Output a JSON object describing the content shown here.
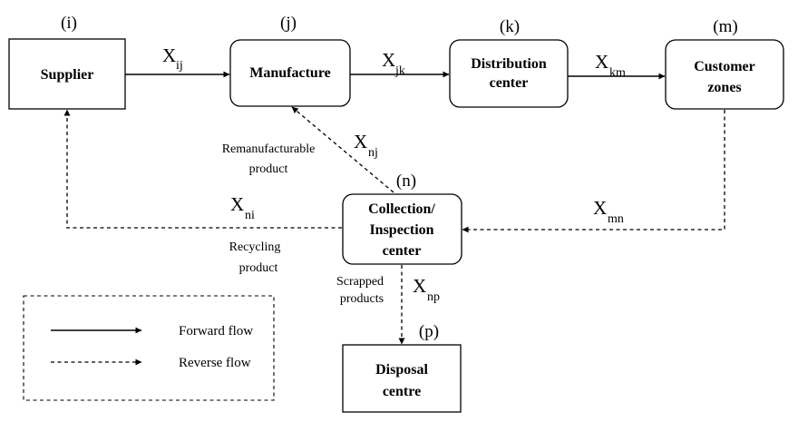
{
  "nodes": {
    "supplier": {
      "tag": "(i)",
      "lines": [
        "Supplier"
      ]
    },
    "manufacture": {
      "tag": "(j)",
      "lines": [
        "Manufacture"
      ]
    },
    "distribution": {
      "tag": "(k)",
      "lines": [
        "Distribution",
        "center"
      ]
    },
    "customer": {
      "tag": "(m)",
      "lines": [
        "Customer",
        "zones"
      ]
    },
    "collection": {
      "tag": "(n)",
      "lines": [
        "Collection/",
        "Inspection",
        "center"
      ]
    },
    "disposal": {
      "tag": "(p)",
      "lines": [
        "Disposal",
        "centre"
      ]
    }
  },
  "flows": {
    "x_ij": {
      "base": "X",
      "sub": "ij"
    },
    "x_jk": {
      "base": "X",
      "sub": "jk"
    },
    "x_km": {
      "base": "X",
      "sub": "km"
    },
    "x_mn": {
      "base": "X",
      "sub": "mn"
    },
    "x_nj": {
      "base": "X",
      "sub": "nj"
    },
    "x_ni": {
      "base": "X",
      "sub": "ni"
    },
    "x_np": {
      "base": "X",
      "sub": "np"
    }
  },
  "notes": {
    "remanufacturable": [
      "Remanufacturable",
      "product"
    ],
    "recycling": [
      "Recycling",
      "product"
    ],
    "scrapped": [
      "Scrapped",
      "products"
    ]
  },
  "legend": {
    "forward": "Forward flow",
    "reverse": "Reverse flow"
  }
}
